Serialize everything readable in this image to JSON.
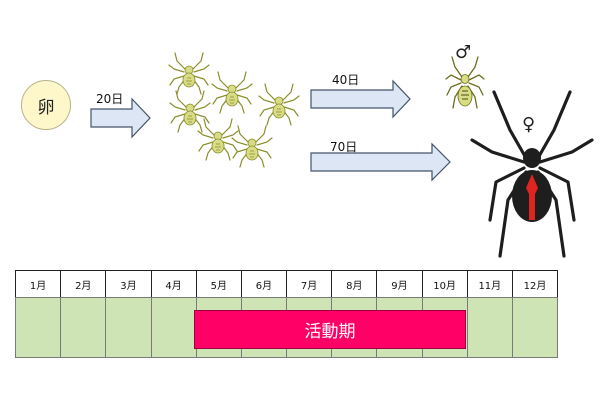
{
  "egg_label": "卵",
  "stages": [
    {
      "days": "20日"
    },
    {
      "days": "40日",
      "symbol": "♂"
    },
    {
      "days": "70日",
      "symbol": "♀"
    }
  ],
  "colors": {
    "egg_fill": "#fdf7c9",
    "arrow_fill": "#dce6f4",
    "arrow_stroke": "#44546a",
    "nymph_body": "#d8dc84",
    "adult_body": "#1e1e1e",
    "adult_mark": "#e0241f",
    "calendar_cell": "#cfe4b4",
    "active_bar": "#ff0066"
  },
  "calendar": {
    "months": [
      "1月",
      "2月",
      "3月",
      "4月",
      "5月",
      "6月",
      "7月",
      "8月",
      "9月",
      "10月",
      "11月",
      "12月"
    ],
    "active_label": "活動期",
    "active_months": [
      "5月",
      "10月"
    ]
  }
}
